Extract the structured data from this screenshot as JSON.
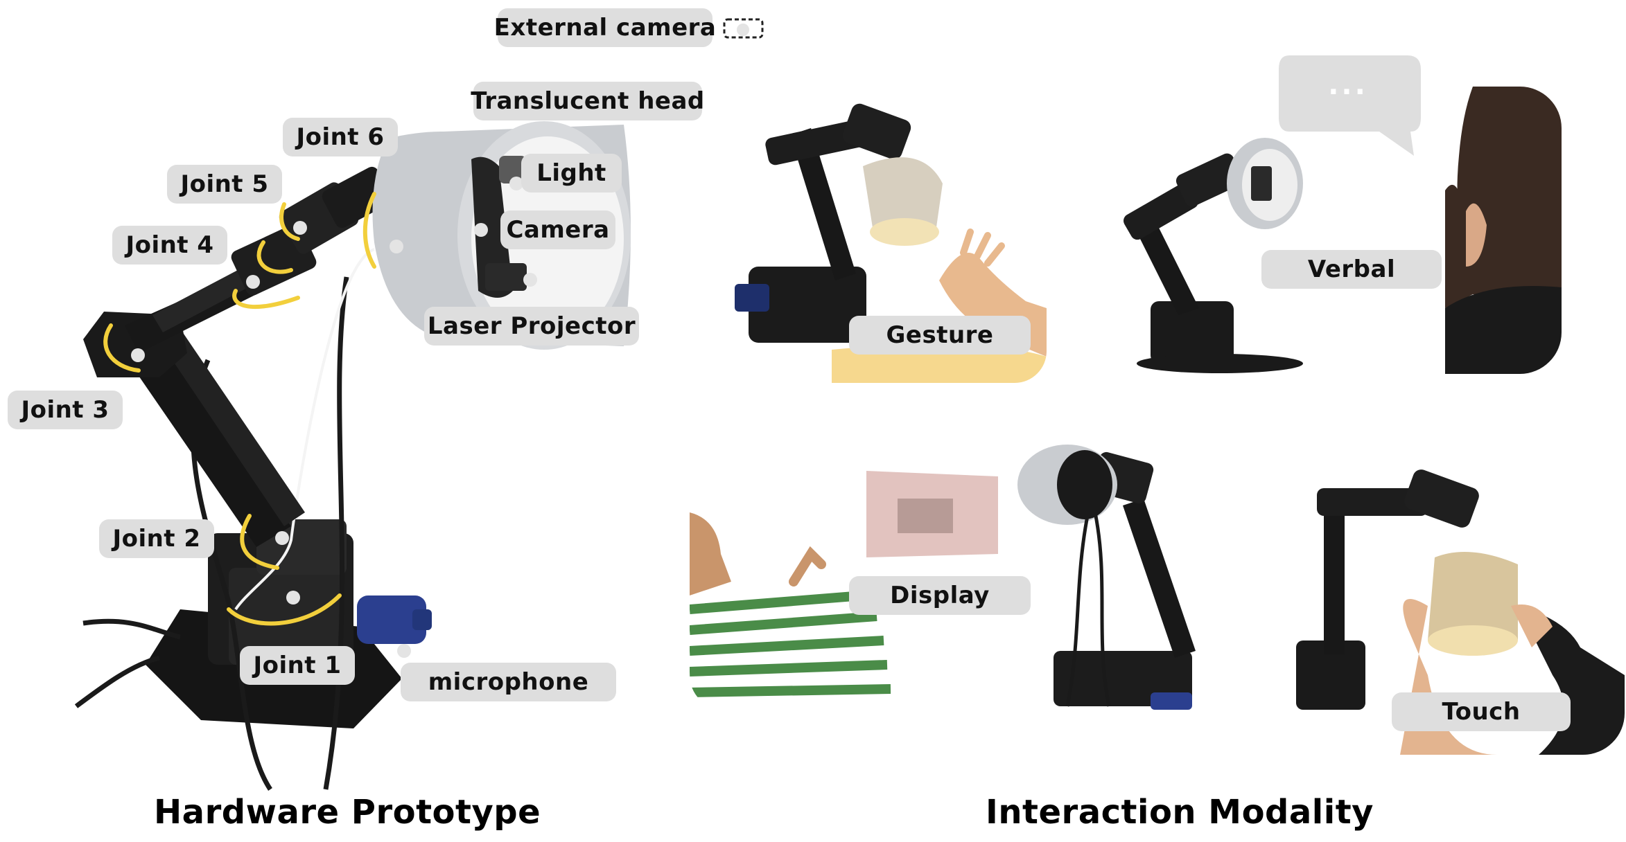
{
  "left_panel": {
    "caption": "Hardware Prototype",
    "labels": {
      "external_camera": "External camera",
      "translucent_head": "Translucent head",
      "joint6": "Joint 6",
      "joint5": "Joint 5",
      "joint4": "Joint 4",
      "joint3": "Joint 3",
      "joint2": "Joint 2",
      "joint1": "Joint 1",
      "light": "Light",
      "camera": "Camera",
      "laser_projector": "Laser Projector",
      "microphone": "microphone"
    }
  },
  "right_panel": {
    "caption": "Interaction Modality",
    "modalities": {
      "gesture": "Gesture",
      "verbal": "Verbal",
      "speech_bubble": "...",
      "display": "Display",
      "touch": "Touch"
    }
  },
  "colors": {
    "robot_body": "#151515",
    "motion_arrow": "#f2cf3c",
    "label_bg": "#dedede",
    "translucent_shade": "#c9ccd0",
    "warm_light": "#f6d88e"
  }
}
